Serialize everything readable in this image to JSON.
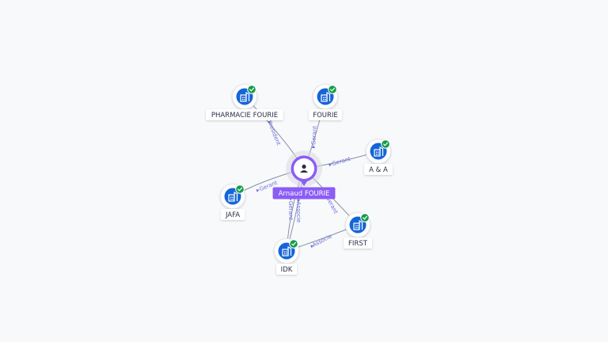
{
  "colors": {
    "person": "#8b5cf6",
    "company": "#1565d8",
    "check": "#169c4a",
    "edge": "#8a8fa8",
    "edge_label": "#6b6fd8"
  },
  "center": {
    "id": "arnaud",
    "label": "Arnaud FOURIE",
    "icon": "person-icon"
  },
  "nodes": [
    {
      "id": "pharmacie",
      "label": "PHARMACIE FOURIE",
      "icon": "company-building-icon",
      "verified": true
    },
    {
      "id": "fourie",
      "label": "FOURIE",
      "icon": "company-building-icon",
      "verified": true
    },
    {
      "id": "aa",
      "label": "A & A",
      "icon": "company-building-icon",
      "verified": true
    },
    {
      "id": "jafa",
      "label": "JAFA",
      "icon": "company-building-icon",
      "verified": true
    },
    {
      "id": "first",
      "label": "FIRST",
      "icon": "company-building-icon",
      "verified": true
    },
    {
      "id": "idk",
      "label": "IDK",
      "icon": "company-building-icon",
      "verified": true
    }
  ],
  "edges": [
    {
      "from": "arnaud",
      "to": "pharmacie",
      "label": "President"
    },
    {
      "from": "arnaud",
      "to": "fourie",
      "label": "Gerant"
    },
    {
      "from": "arnaud",
      "to": "aa",
      "label": "Gerant"
    },
    {
      "from": "arnaud",
      "to": "jafa",
      "label": "Gerant"
    },
    {
      "from": "arnaud",
      "to": "first",
      "label": "Gerant"
    },
    {
      "from": "arnaud",
      "to": "idk",
      "label": "Gerant"
    },
    {
      "from": "arnaud",
      "to": "idk",
      "label": "Associe"
    },
    {
      "from": "first",
      "to": "idk",
      "label": "Associe"
    }
  ]
}
